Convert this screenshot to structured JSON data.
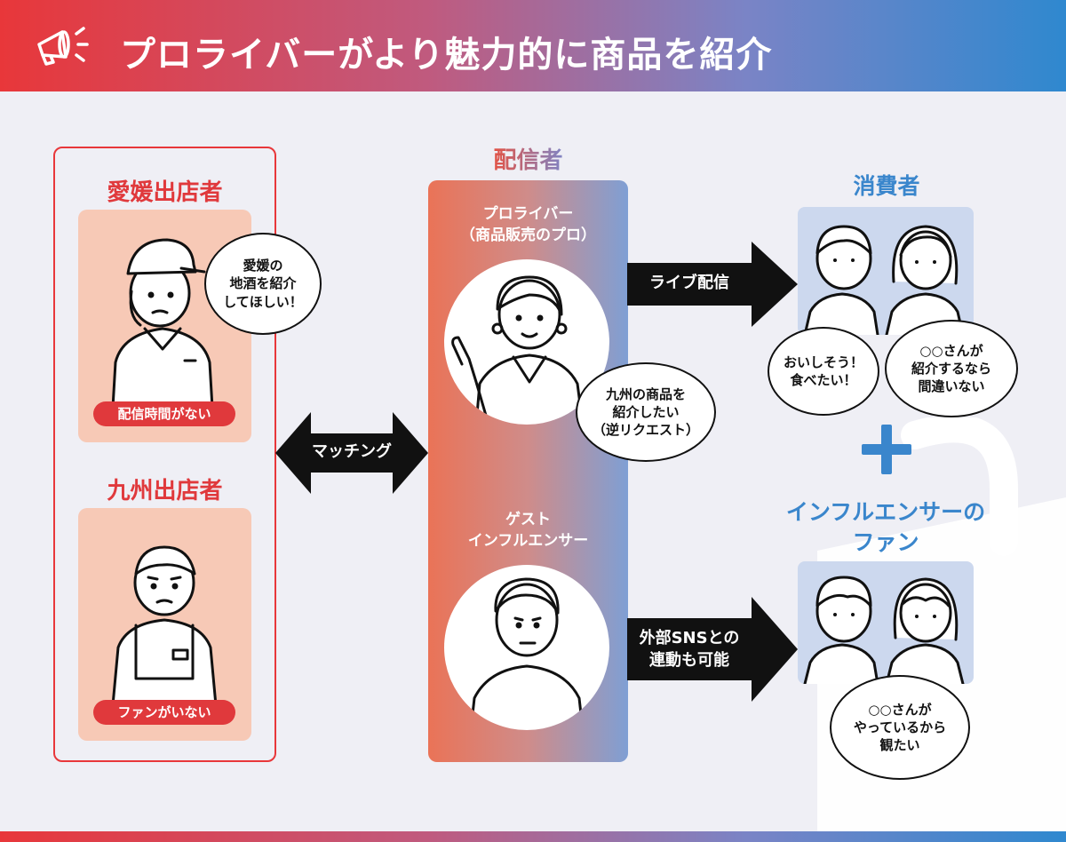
{
  "header": {
    "title": "プロライバーがより魅力的に商品を紹介",
    "icon": "megaphone-icon"
  },
  "left": {
    "seller1": {
      "heading": "愛媛出店者",
      "bubble": [
        "愛媛の",
        "地酒を紹介",
        "してほしい！"
      ],
      "tag": "配信時間がない"
    },
    "seller2": {
      "heading": "九州出店者",
      "tag": "ファンがいない"
    }
  },
  "matching_label": "マッチング",
  "center": {
    "heading": "配信者",
    "role1": [
      "プロライバー",
      "（商品販売のプロ）"
    ],
    "bubble": [
      "九州の商品を",
      "紹介したい",
      "（逆リクエスト）"
    ],
    "role2": [
      "ゲスト",
      "インフルエンサー"
    ]
  },
  "arrows": {
    "live": "ライブ配信",
    "sns": [
      "外部SNSとの",
      "連動も可能"
    ]
  },
  "right": {
    "consumers": {
      "heading": "消費者",
      "bubble1": [
        "おいしそう！",
        "食べたい！"
      ],
      "bubble2": [
        "○○さんが",
        "紹介するなら",
        "間違いない"
      ]
    },
    "plus": "+",
    "fans": {
      "heading": [
        "インフルエンサーの",
        "ファン"
      ],
      "bubble": [
        "○○さんが",
        "やっているから",
        "観たい"
      ]
    }
  },
  "colors": {
    "red": "#e0393c",
    "blue": "#3a86cc",
    "pink_card": "#f7c9b6",
    "blue_card": "#ccd8ee"
  }
}
